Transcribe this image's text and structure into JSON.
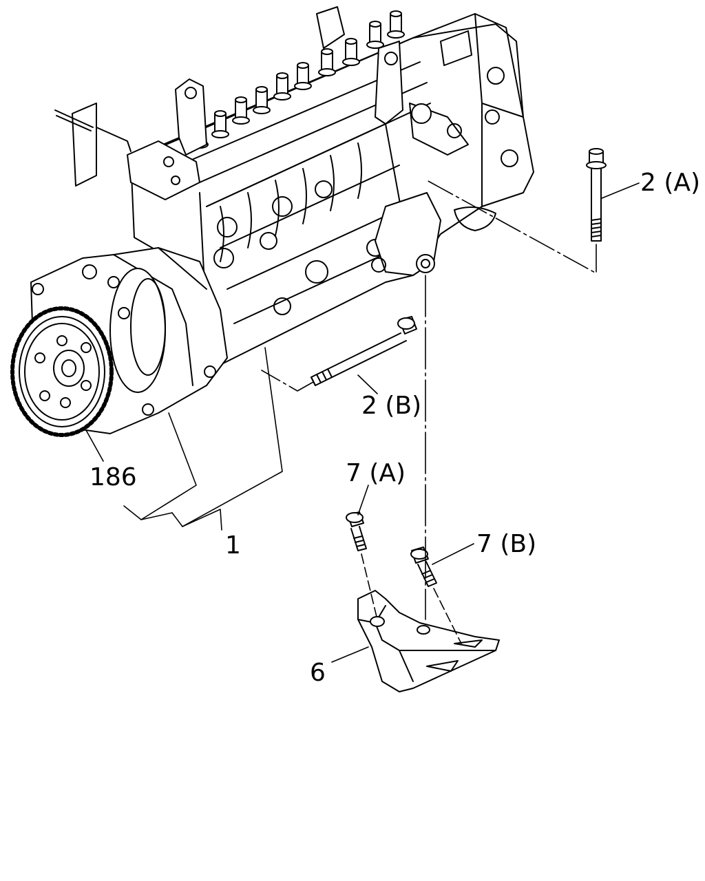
{
  "diagram": {
    "callouts": [
      {
        "id": "2A",
        "text": "2 (A)"
      },
      {
        "id": "2B",
        "text": "2 (B)"
      },
      {
        "id": "186",
        "text": "186"
      },
      {
        "id": "1",
        "text": "1"
      },
      {
        "id": "7A",
        "text": "7 (A)"
      },
      {
        "id": "7B",
        "text": "7 (B)"
      },
      {
        "id": "6",
        "text": "6"
      }
    ]
  }
}
